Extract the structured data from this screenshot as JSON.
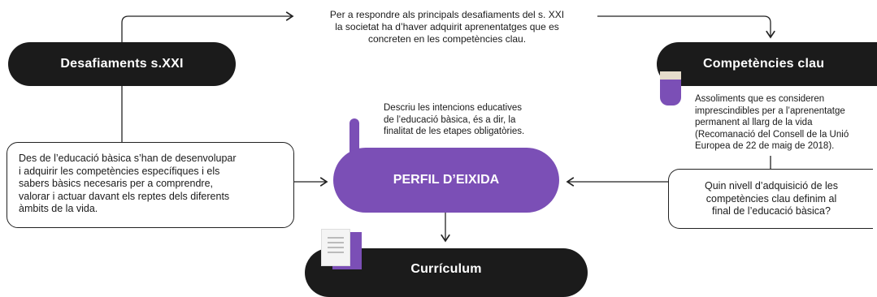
{
  "nodes": {
    "desafiaments": {
      "label": "Desafiaments s.XXI"
    },
    "competencies": {
      "label": "Competències clau"
    },
    "perfil": {
      "label": "PERFIL D’EIXIDA"
    },
    "curriculum": {
      "label": "Currículum"
    }
  },
  "texts": {
    "top_line1": "Per a respondre als principals desafiaments del s. XXI",
    "top_line2": "la societat ha d’haver adquirit aprenentatges que es",
    "top_line3": "concreten en les competències clau.",
    "perfil_desc_line1": "Descriu les intencions educatives",
    "perfil_desc_line2": "de l’educació bàsica, és a dir, la",
    "perfil_desc_line3": "finalitat de les etapes obligatòries.",
    "comp_desc_line1": "Assoliments que es consideren",
    "comp_desc_line2": "imprescindibles per a l’aprenentatge",
    "comp_desc_line3": "permanent al llarg de la vida",
    "comp_desc_line4": "(Recomanació del Consell de la Unió",
    "comp_desc_line5": "Europea de 22 de maig de 2018).",
    "left_box_line1": "Des de l’educació bàsica s’han de desenvolupar",
    "left_box_line2": "i adquirir les competències específiques i els",
    "left_box_line3": "sabers bàsics necesaris per a comprendre,",
    "left_box_line4": "valorar i actuar davant els reptes dels diferents",
    "left_box_line5": "àmbits de la vida.",
    "right_box_line1": "Quin nivell d’adquisició de les",
    "right_box_line2": "competències clau definim al",
    "right_box_line3": "final de l’educació bàsica?"
  },
  "colors": {
    "dark": "#1b1b1b",
    "purple": "#7b4fb6",
    "beige": "#e6dccb",
    "paper": "#f4f4f4"
  }
}
